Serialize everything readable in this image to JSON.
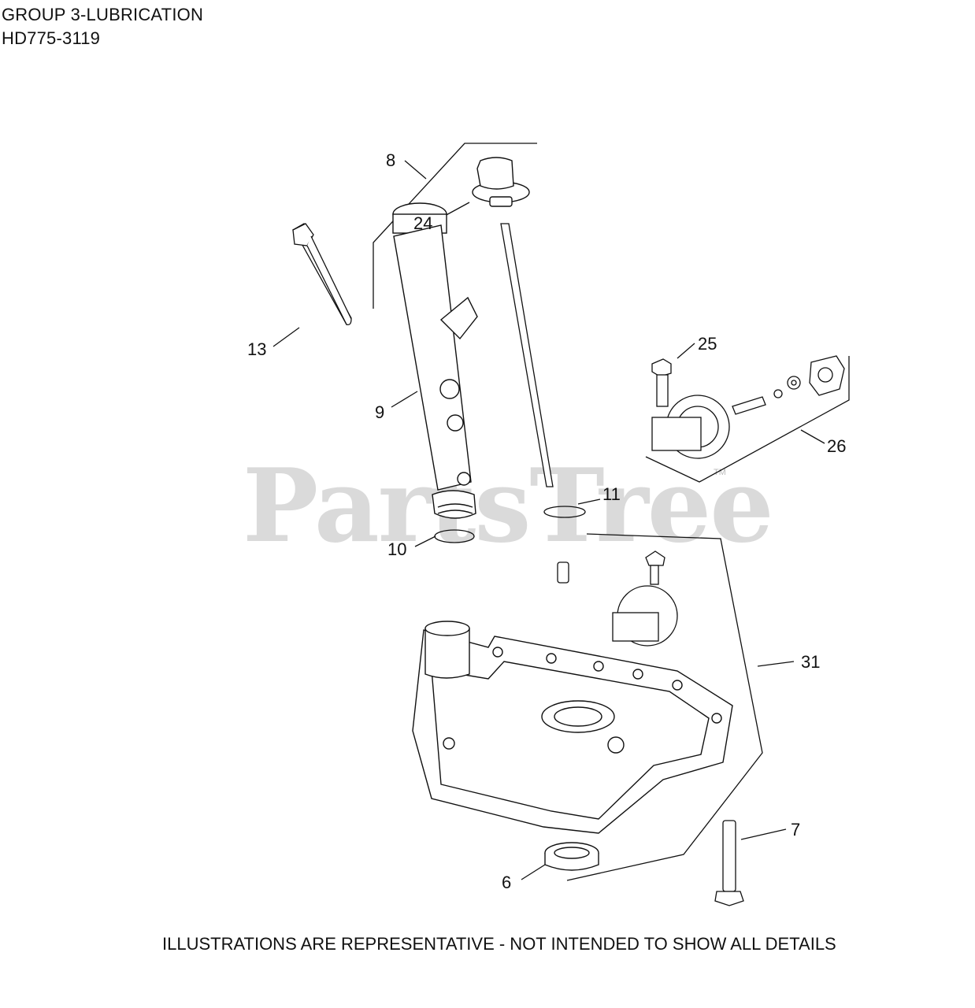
{
  "header": {
    "line1": "GROUP 3-LUBRICATION",
    "line2": "HD775-3119"
  },
  "watermark": "PartsTree",
  "trademark": "TM",
  "footer": "ILLUSTRATIONS ARE REPRESENTATIVE - NOT INTENDED TO SHOW ALL DETAILS",
  "callouts": {
    "c6": "6",
    "c7": "7",
    "c8": "8",
    "c9": "9",
    "c10": "10",
    "c11": "11",
    "c13": "13",
    "c24": "24",
    "c25": "25",
    "c26": "26",
    "c31": "31"
  }
}
